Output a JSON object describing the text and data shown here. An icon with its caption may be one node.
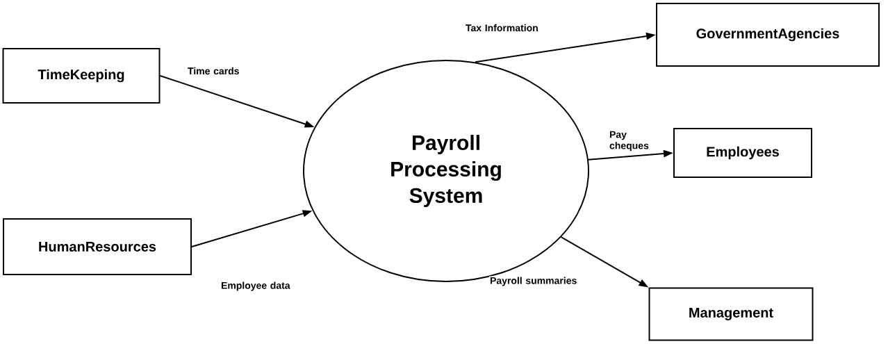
{
  "diagram": {
    "nodes": [
      {
        "text": [
          "TimeKeeping"
        ]
      },
      {
        "text": [
          "HumanResources"
        ]
      },
      {
        "text": [
          "Payroll Processing System"
        ]
      },
      {
        "text": [
          "GovernmentAgencies"
        ]
      },
      {
        "text": [
          "Employees"
        ]
      },
      {
        "text": [
          "Management"
        ]
      }
    ],
    "edges": [
      {
        "from": 0,
        "to": 2,
        "arrow": "to",
        "label": "Time cards"
      },
      {
        "from": 1,
        "to": 2,
        "arrow": "to",
        "label": "Employee data"
      },
      {
        "from": 2,
        "to": 3,
        "arrow": "to",
        "label": "Tax Information"
      },
      {
        "from": 2,
        "to": 4,
        "arrow": "to",
        "label": "Pay cheques"
      },
      {
        "from": 2,
        "to": 5,
        "arrow": "to",
        "label": "Payroll summaries"
      }
    ]
  }
}
